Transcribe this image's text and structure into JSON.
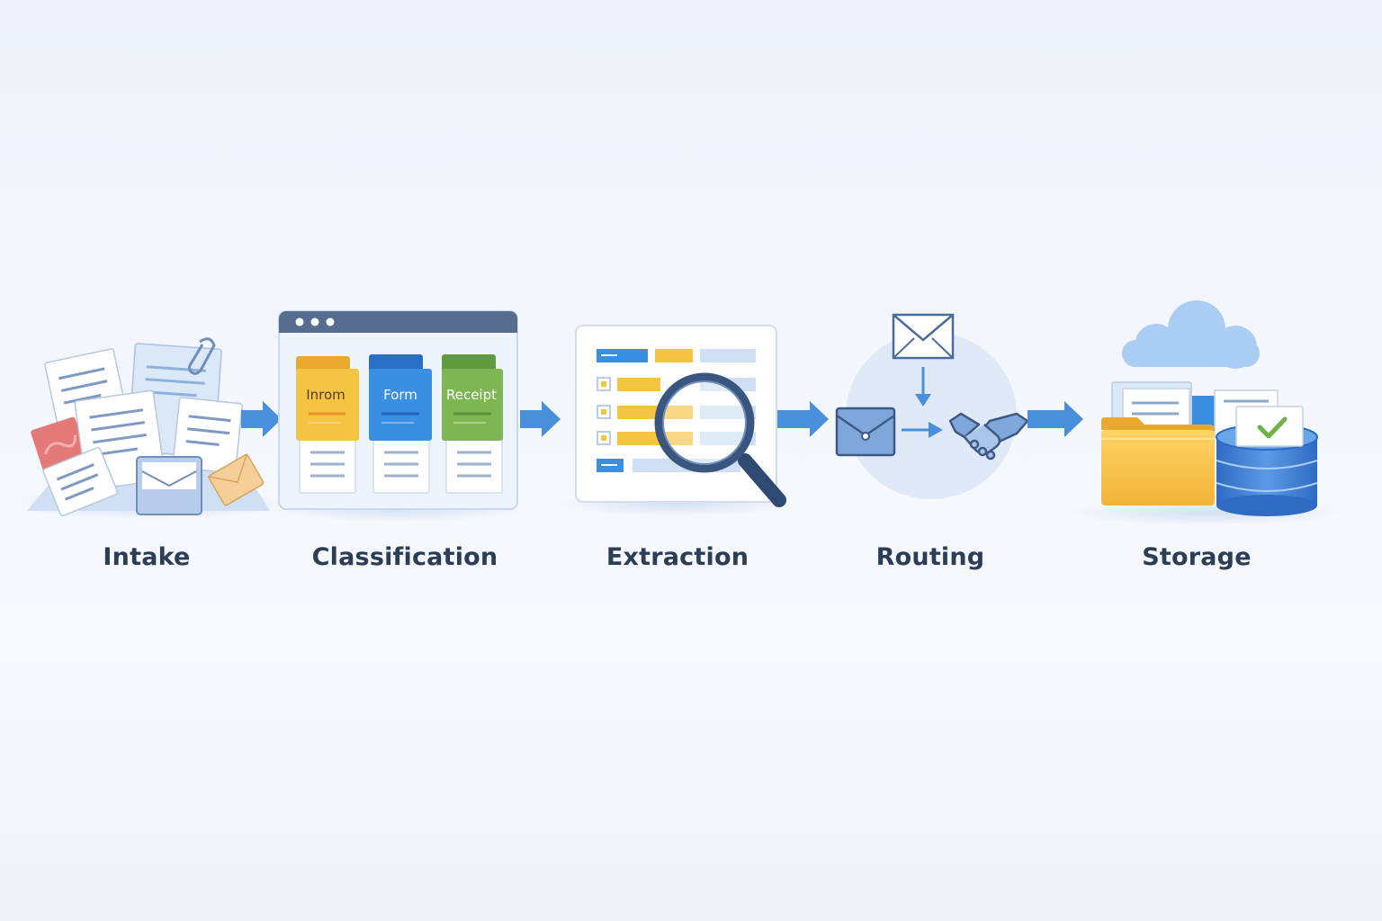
{
  "stages": [
    {
      "label": "Intake",
      "icon": "documents-pile-icon"
    },
    {
      "label": "Classification",
      "icon": "browser-folders-icon"
    },
    {
      "label": "Extraction",
      "icon": "magnifier-table-icon"
    },
    {
      "label": "Routing",
      "icon": "envelope-handshake-icon"
    },
    {
      "label": "Storage",
      "icon": "folder-database-cloud-icon"
    }
  ],
  "classification": {
    "folders": [
      {
        "label": "Inrom",
        "color": "#f5c443"
      },
      {
        "label": "Form",
        "color": "#3b8fe3"
      },
      {
        "label": "Receipt",
        "color": "#7db653"
      }
    ]
  },
  "colors": {
    "arrow": "#4a8fdc",
    "label_text": "#2b3d57",
    "outline": "#3d5a85"
  }
}
